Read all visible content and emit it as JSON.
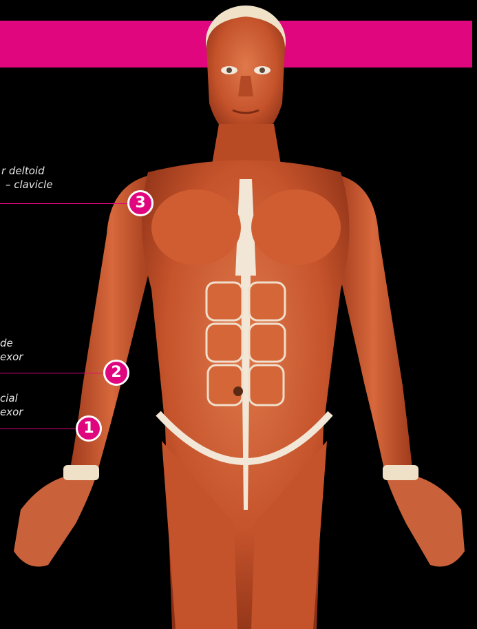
{
  "colors": {
    "accent": "#e0067e",
    "background": "#000000",
    "muscle": "#c8532a",
    "tendon": "#f2e6d6"
  },
  "labels": [
    {
      "id": "label-3",
      "line1": "r deltoid",
      "line2": "– clavicle"
    },
    {
      "id": "label-2",
      "line1": "de",
      "line2": "exor"
    },
    {
      "id": "label-1",
      "line1": "cial",
      "line2": "exor"
    }
  ],
  "markers": [
    {
      "number": "3"
    },
    {
      "number": "2"
    },
    {
      "number": "1"
    }
  ]
}
